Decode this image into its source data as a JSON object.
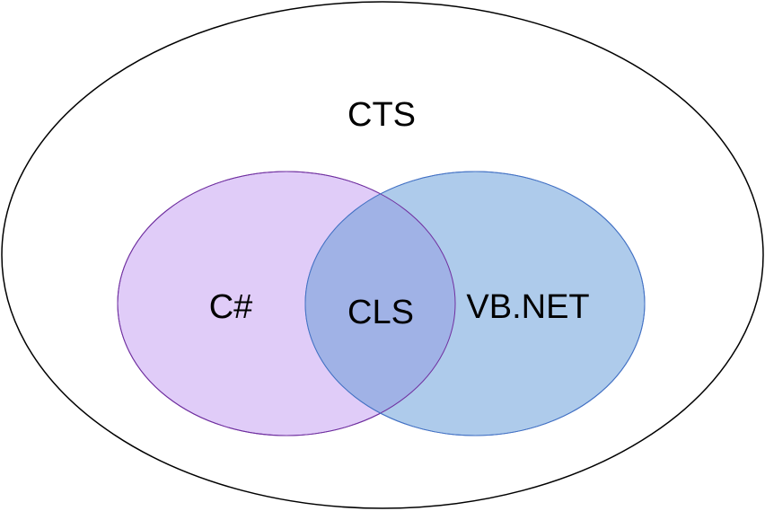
{
  "diagram": {
    "outer": {
      "label": "CTS",
      "stroke": "#000000",
      "fill": "#ffffff"
    },
    "left_set": {
      "label": "C#",
      "stroke": "#7030a0",
      "fill": "#e0ccf8"
    },
    "right_set": {
      "label": "VB.NET",
      "stroke": "#4472c4",
      "fill": "#aecbeb"
    },
    "intersection": {
      "label": "CLS",
      "fill": "#a0b2e6"
    }
  }
}
